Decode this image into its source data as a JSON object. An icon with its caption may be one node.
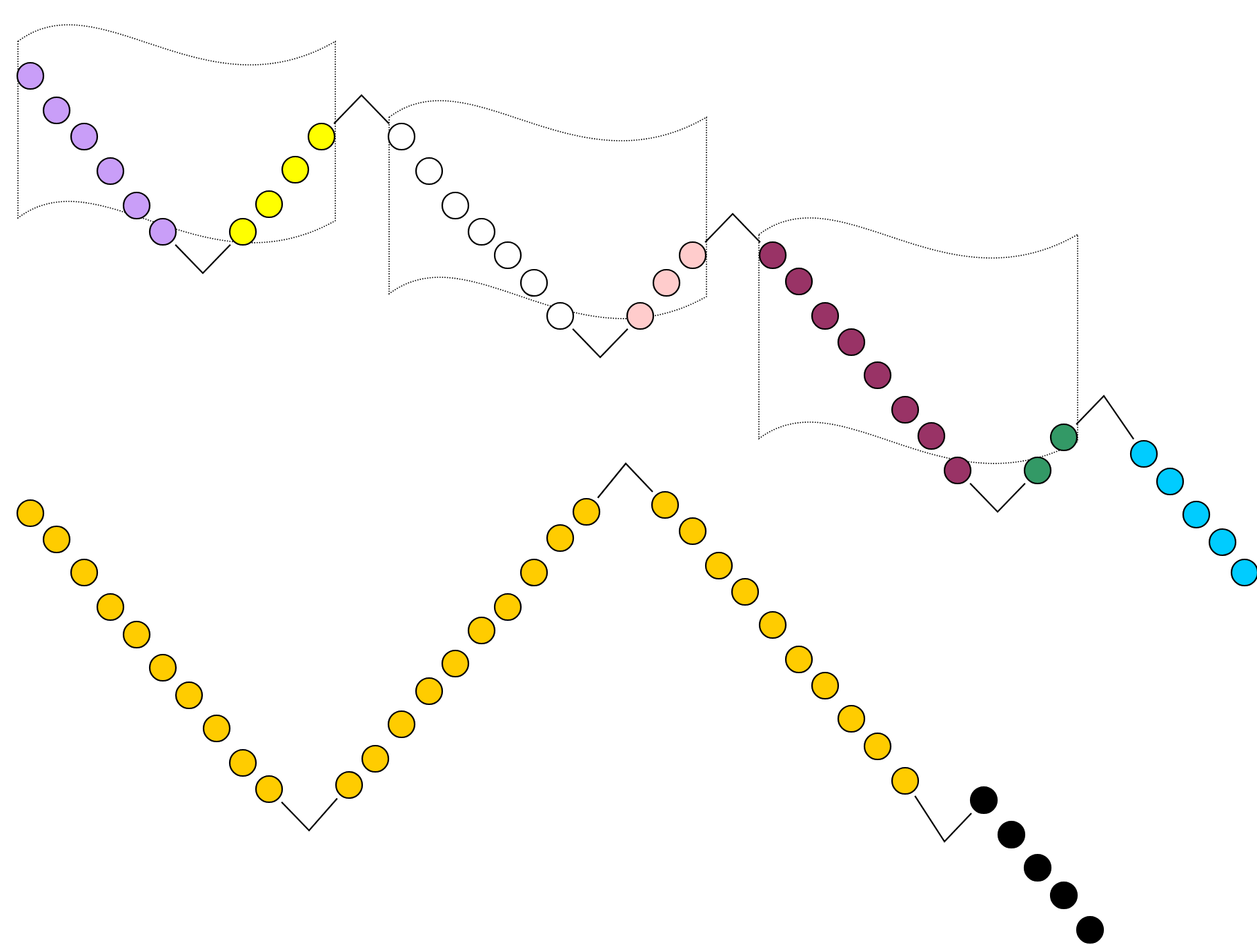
{
  "diagram": {
    "nodes": [
      {
        "text": [],
        "shape": "circle"
      },
      {
        "text": [],
        "shape": "circle"
      },
      {
        "text": [],
        "shape": "circle"
      },
      {
        "text": [],
        "shape": "circle"
      },
      {
        "text": [],
        "shape": "circle"
      },
      {
        "text": [],
        "shape": "circle"
      },
      {
        "text": [],
        "shape": "circle"
      },
      {
        "text": [],
        "shape": "circle"
      },
      {
        "text": [],
        "shape": "circle"
      },
      {
        "text": [],
        "shape": "circle"
      },
      {
        "text": [],
        "shape": "circle"
      },
      {
        "text": [],
        "shape": "circle"
      },
      {
        "text": [],
        "shape": "circle"
      },
      {
        "text": [],
        "shape": "circle"
      },
      {
        "text": [],
        "shape": "circle"
      },
      {
        "text": [],
        "shape": "circle"
      },
      {
        "text": [],
        "shape": "circle"
      },
      {
        "text": [],
        "shape": "circle"
      },
      {
        "text": [],
        "shape": "circle"
      },
      {
        "text": [],
        "shape": "circle"
      },
      {
        "text": [],
        "shape": "circle"
      },
      {
        "text": [],
        "shape": "circle"
      },
      {
        "text": [],
        "shape": "circle"
      },
      {
        "text": [],
        "shape": "circle"
      },
      {
        "text": [],
        "shape": "circle"
      },
      {
        "text": [],
        "shape": "circle"
      },
      {
        "text": [],
        "shape": "circle"
      },
      {
        "text": [],
        "shape": "circle"
      },
      {
        "text": [],
        "shape": "circle"
      },
      {
        "text": [],
        "shape": "circle"
      },
      {
        "text": [],
        "shape": "circle"
      },
      {
        "text": [],
        "shape": "circle"
      },
      {
        "text": [],
        "shape": "circle"
      },
      {
        "text": [],
        "shape": "circle"
      },
      {
        "text": [],
        "shape": "circle"
      },
      {
        "text": [],
        "shape": "circle"
      },
      {
        "text": [],
        "shape": "circle"
      },
      {
        "text": [],
        "shape": "circle"
      },
      {
        "text": [],
        "shape": "circle"
      },
      {
        "text": [],
        "shape": "circle"
      },
      {
        "text": [],
        "shape": "circle"
      },
      {
        "text": [],
        "shape": "circle"
      },
      {
        "text": [],
        "shape": "circle"
      },
      {
        "text": [],
        "shape": "circle"
      },
      {
        "text": [],
        "shape": "circle"
      },
      {
        "text": [],
        "shape": "circle"
      },
      {
        "text": [],
        "shape": "circle"
      },
      {
        "text": [],
        "shape": "circle"
      },
      {
        "text": [],
        "shape": "circle"
      },
      {
        "text": [],
        "shape": "circle"
      },
      {
        "text": [],
        "shape": "circle"
      },
      {
        "text": [],
        "shape": "circle"
      },
      {
        "text": [],
        "shape": "circle"
      },
      {
        "text": [],
        "shape": "circle"
      },
      {
        "text": [],
        "shape": "circle"
      },
      {
        "text": [],
        "shape": "circle"
      },
      {
        "text": [],
        "shape": "circle"
      },
      {
        "text": [],
        "shape": "circle"
      },
      {
        "text": [],
        "shape": "circle"
      },
      {
        "text": [],
        "shape": "circle"
      },
      {
        "text": [],
        "shape": "circle"
      },
      {
        "text": [],
        "shape": "circle"
      },
      {
        "text": [],
        "shape": "circle"
      },
      {
        "text": [],
        "shape": "circle"
      },
      {
        "text": [],
        "shape": "circle"
      },
      {
        "text": [],
        "shape": "circle"
      },
      {
        "text": [],
        "shape": "circle"
      },
      {
        "text": [],
        "shape": "circle"
      },
      {
        "text": [],
        "shape": "circle"
      },
      {
        "text": [],
        "shape": "circle"
      }
    ],
    "edges": [
      {
        "from": 5,
        "to": 6,
        "arrow": "none"
      },
      {
        "from": 9,
        "to": 10,
        "arrow": "none"
      },
      {
        "from": 16,
        "to": 17,
        "arrow": "none"
      },
      {
        "from": 19,
        "to": 20,
        "arrow": "none"
      },
      {
        "from": 27,
        "to": 28,
        "arrow": "none"
      },
      {
        "from": 29,
        "to": 30,
        "arrow": "none"
      },
      {
        "from": 44,
        "to": 45,
        "arrow": "none"
      },
      {
        "from": 54,
        "to": 55,
        "arrow": "none"
      },
      {
        "from": 64,
        "to": 65,
        "arrow": "none"
      }
    ]
  }
}
